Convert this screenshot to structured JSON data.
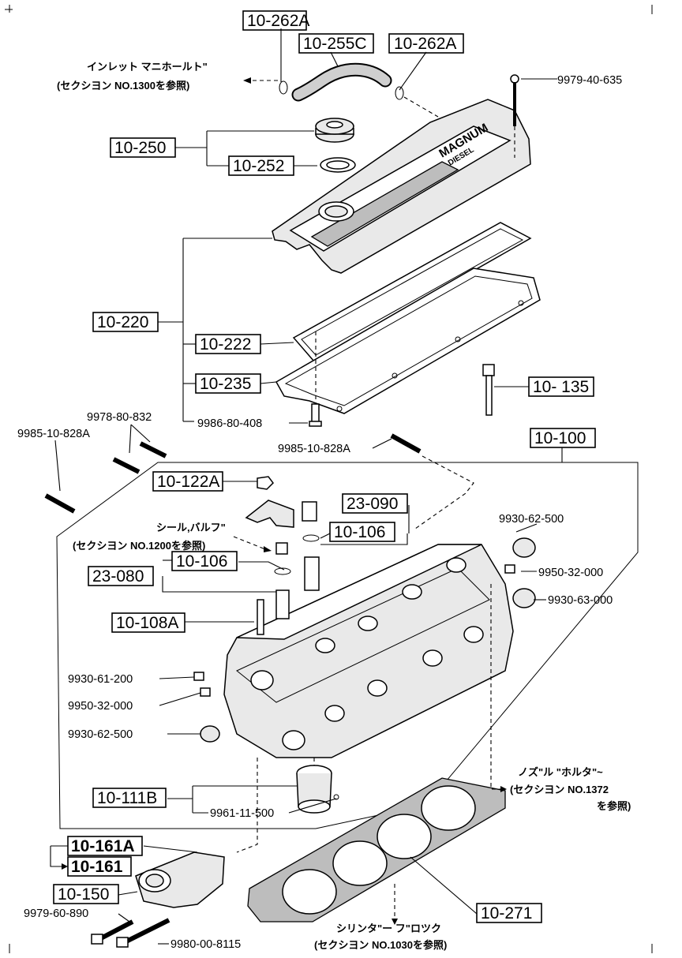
{
  "parts": {
    "p_10_262a_top": "10-262A",
    "p_10_255c": "10-255C",
    "p_10_262a_right": "10-262A",
    "p_10_250": "10-250",
    "p_10_252": "10-252",
    "p_10_220": "10-220",
    "p_10_222": "10-222",
    "p_10_235": "10-235",
    "p_10_135": "10- 135",
    "p_10_100": "10-100",
    "p_10_122a": "10-122A",
    "p_23_090": "23-090",
    "p_10_106_right": "10-106",
    "p_10_106_left": "10-106",
    "p_23_080": "23-080",
    "p_10_108a": "10-108A",
    "p_10_111b": "10-111B",
    "p_10_161a": "10-161A",
    "p_10_161": "10-161",
    "p_10_150": "10-150",
    "p_10_271": "10-271"
  },
  "std_parts": {
    "s_9979_40_635": "9979-40-635",
    "s_9978_80_832": "9978-80-832",
    "s_9985_10_828a_left": "9985-10-828A",
    "s_9986_80_408": "9986-80-408",
    "s_9985_10_828a_mid": "9985-10-828A",
    "s_9930_62_500_right": "9930-62-500",
    "s_9950_32_000_right": "9950-32-000",
    "s_9930_63_000": "9930-63-000",
    "s_9930_61_200": "9930-61-200",
    "s_9950_32_000_left": "9950-32-000",
    "s_9930_62_500_left": "9930-62-500",
    "s_9961_11_500": "9961-11-500",
    "s_9979_60_890": "9979-60-890",
    "s_9980_00_8115": "9980-00-8115"
  },
  "notes": {
    "inlet_line1": "インレット マニホールト\"",
    "inlet_line2": "(セクシヨン NO.1300を参照)",
    "valve_seal_line1": "シール,バルフ\"",
    "valve_seal_line2": "(セクシヨン NO.1200を参照)",
    "nozzle_line1": "ノズ\"ル \"ホルタ\"~",
    "nozzle_line2": "(セクシヨン NO.1372",
    "nozzle_line3": "を参照)",
    "block_line1": "シリンタ\"ー フ\"ロツク",
    "block_line2": "(セクシヨン NO.1030を参照)"
  },
  "cover_text": {
    "brand": "MAGNUM",
    "sub": "DIESEL"
  }
}
